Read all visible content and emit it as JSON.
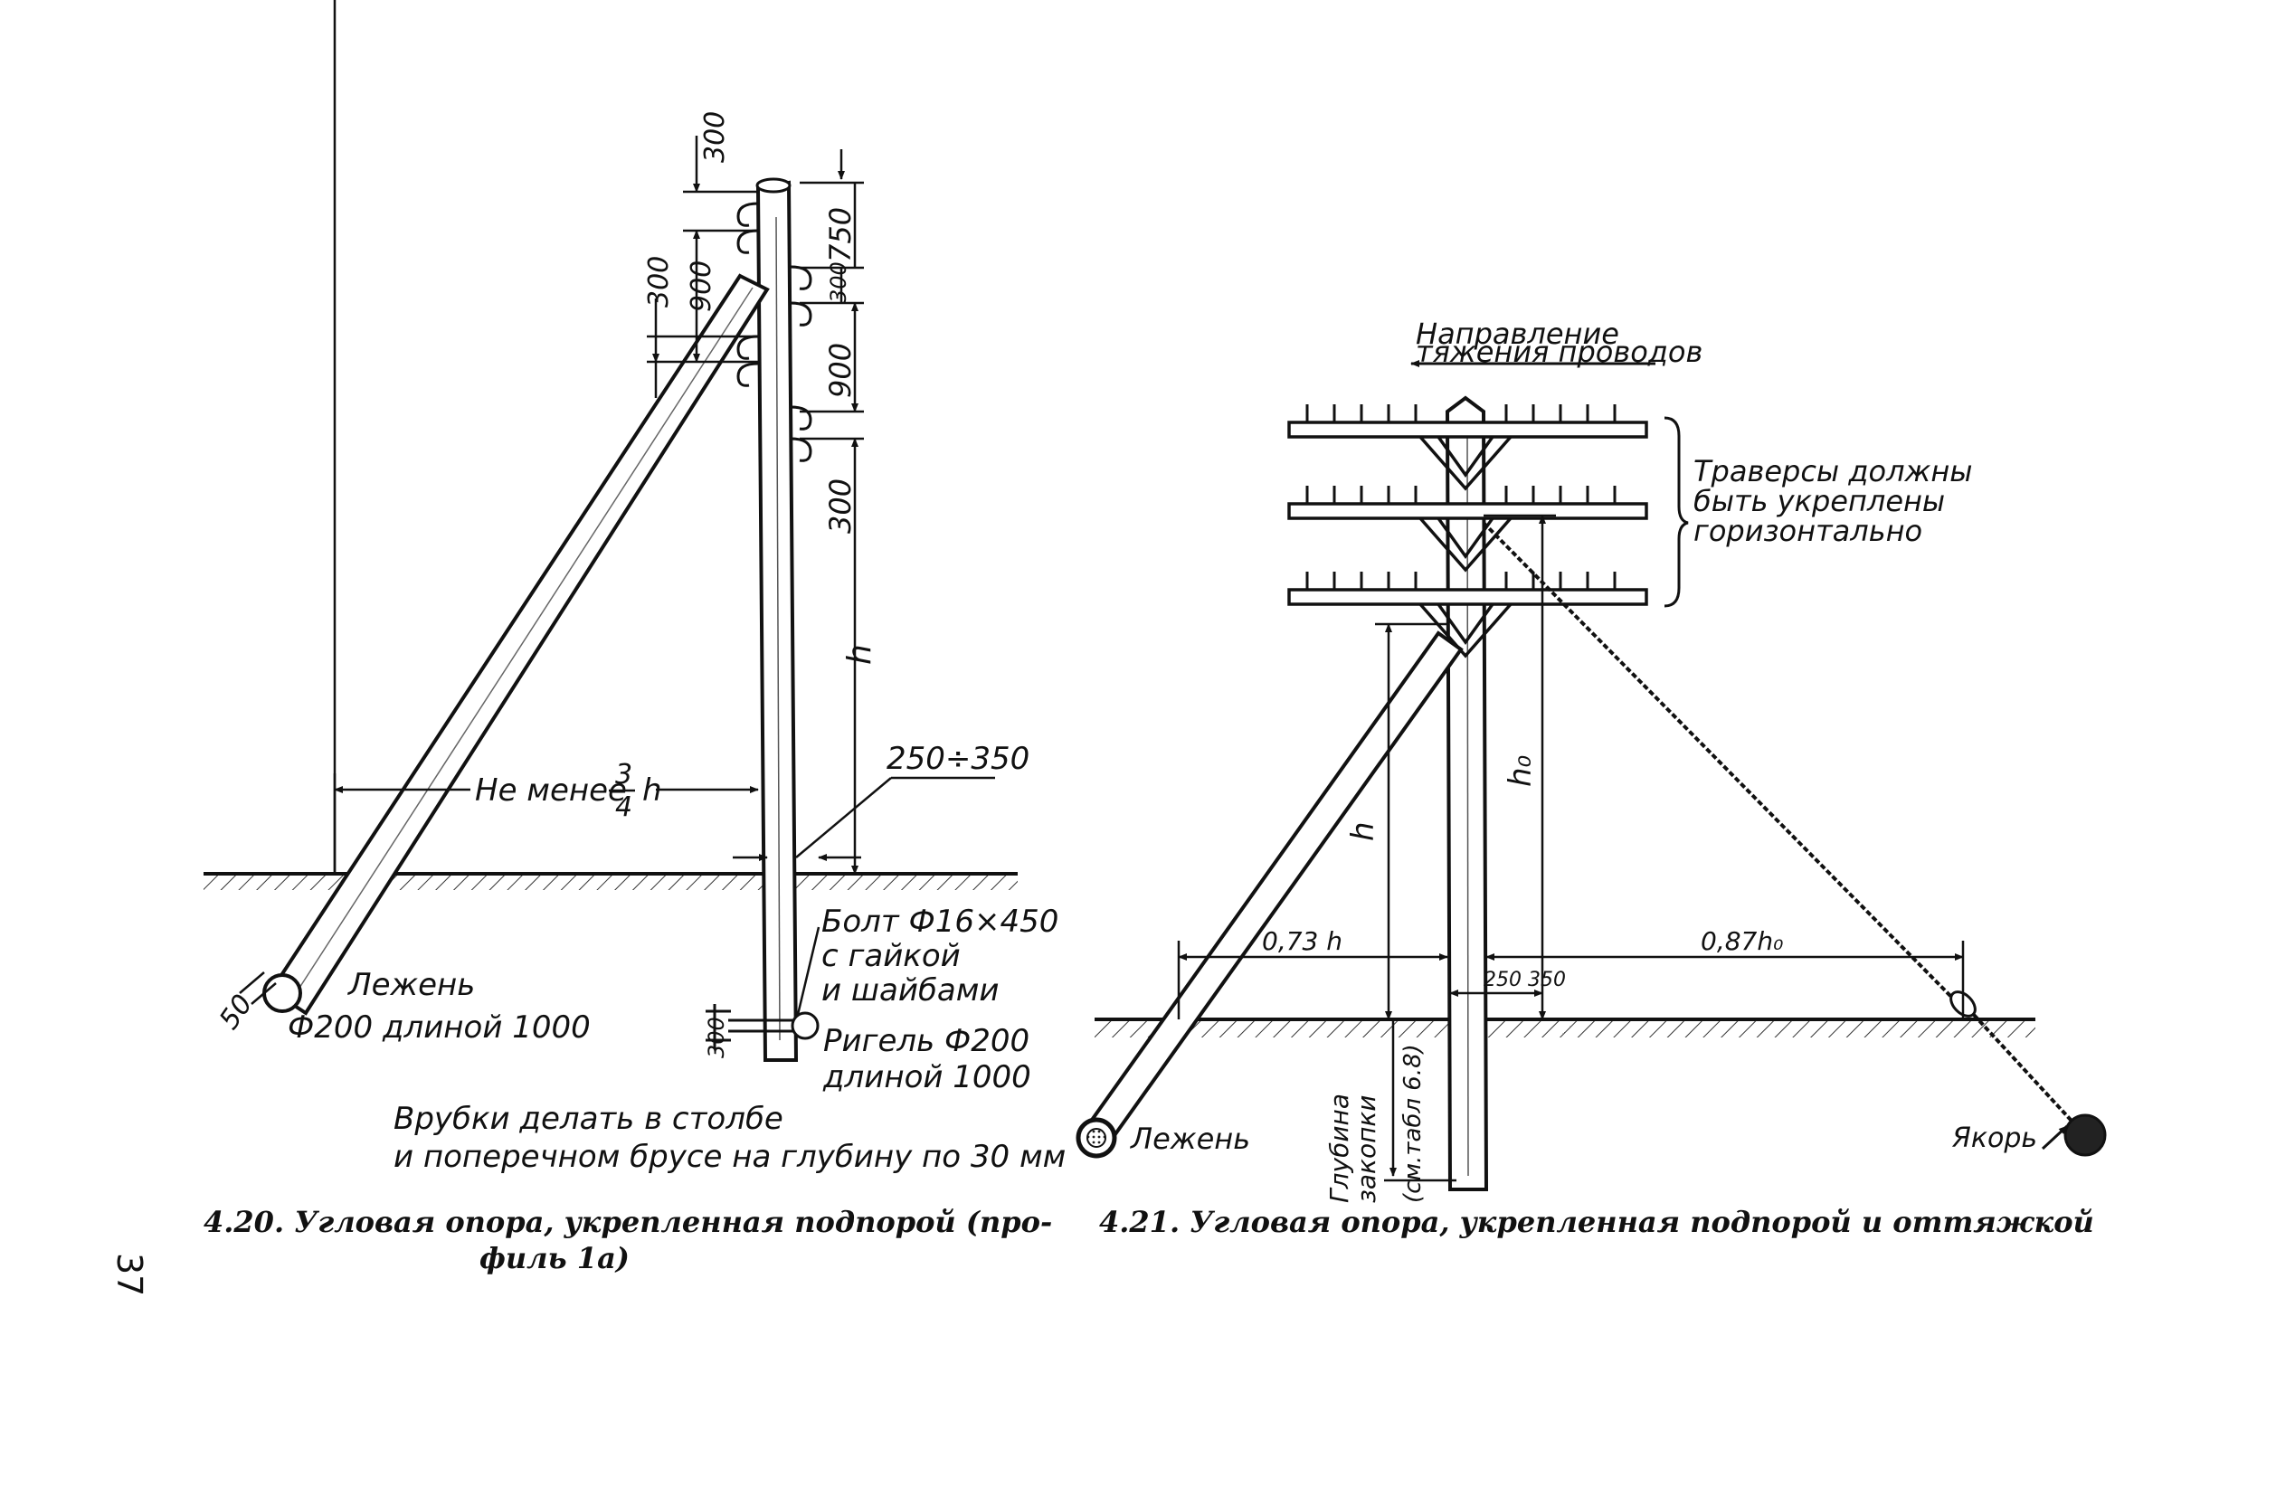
{
  "page_number": "37",
  "figure_420": {
    "caption_line1": "4.20. Угловая опора, укрепленная подпорой (про-",
    "caption_line2": "филь 1а)",
    "dim_300_top": "300",
    "dim_750": "750",
    "dim_300_a": "300",
    "dim_900_a": "900",
    "dim_300_b": "300",
    "dim_900_b": "900",
    "dim_300_c": "300",
    "dim_h": "h",
    "not_less_prefix": "Не менее",
    "frac_num": "3",
    "frac_den": "4",
    "frac_var": "h",
    "dim_250_350": "250÷350",
    "bolt_line1": "Болт Ф16×450",
    "bolt_line2": "с гайкой",
    "bolt_line3": "и шайбами",
    "dim_50": "50",
    "lezhen_line1": "Лежень",
    "lezhen_line2": "Ф200 длиной 1000",
    "dim_300_bottom": "300",
    "rigel_line1": "Ригель Ф200",
    "rigel_line2": "длиной 1000",
    "note_line1": "Врубки делать в столбе",
    "note_line2": "и поперечном брусе на глубину по 30 мм"
  },
  "figure_421": {
    "caption": "4.21. Угловая опора, укрепленная подпорой и оттяжкой",
    "direction_line1": "Направление",
    "direction_line2": "тяжения проводов",
    "traverse_line1": "Траверсы должны",
    "traverse_line2": "быть укреплены",
    "traverse_line3": "горизонтально",
    "dim_h": "h",
    "dim_h0": "h₀",
    "dim_073h": "0,73 h",
    "dim_087h0": "0,87h₀",
    "dim_250_350": "250 350",
    "depth_line1": "Глубина",
    "depth_line2": "закопки",
    "depth_line3": "(см.табл 6.8)",
    "lezhen": "Лежень",
    "anchor": "Якорь"
  }
}
